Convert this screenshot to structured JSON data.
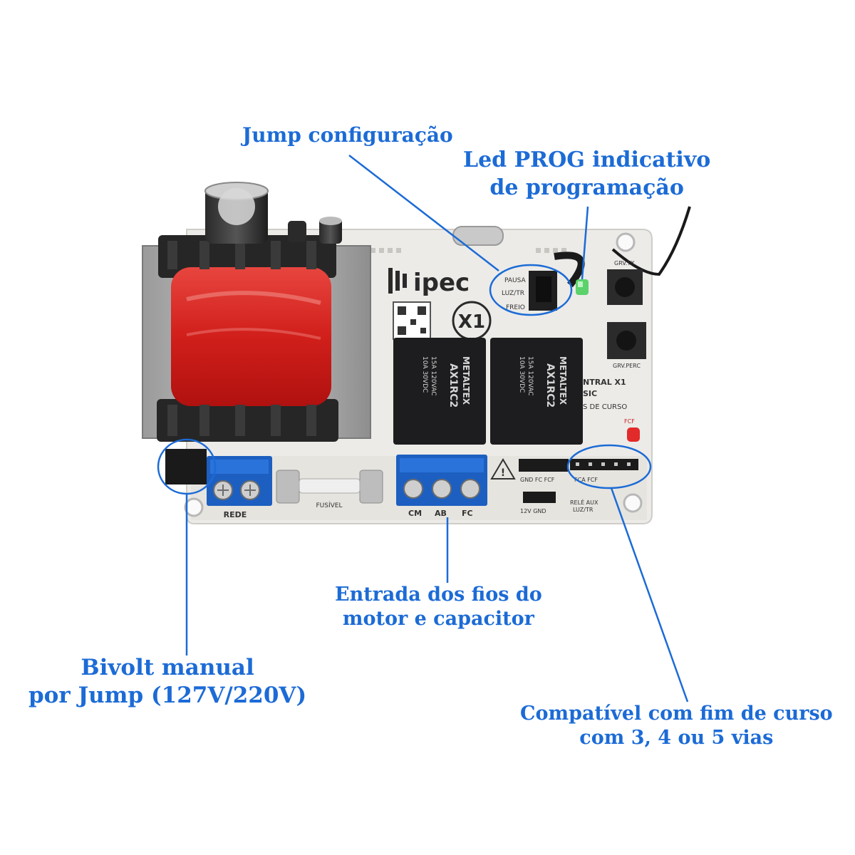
{
  "callouts": {
    "jump_config": "Jump configuração",
    "led_prog_line1": "Led PROG indicativo",
    "led_prog_line2": "de programação",
    "entrada_line1": "Entrada dos fios do",
    "entrada_line2": "motor e capacitor",
    "bivolt_line1": "Bivolt manual",
    "bivolt_line2": "por Jump (127V/220V)",
    "fim_curso_line1": "Compatível com fim de curso",
    "fim_curso_line2": "com 3, 4 ou 5 vias"
  },
  "board": {
    "brand": "ipec",
    "model": "X1",
    "jumper_labels": [
      "PAUSA",
      "LUZ/TR",
      "FREIO"
    ],
    "button_labels": [
      "GRV.TX",
      "GRV.PERC"
    ],
    "relay_brand": "METALTEX",
    "relay_model": "AX1RC2",
    "relay_specs": [
      "15A 120VAC",
      "10A 30VDC"
    ],
    "board_model_text": [
      "NTRAL X1",
      "SIC",
      "S DE CURSO"
    ],
    "terminal_rede": "REDE",
    "fuse_label": "FUSÍVEL",
    "motor_terminals": [
      "CM",
      "AB",
      "FC"
    ],
    "led_fcf": "FCF",
    "header_labels": [
      "GND FC FCF",
      "12V GND",
      "FCA FCF",
      "RELÉ AUX",
      "LUZ/TR"
    ]
  },
  "colors": {
    "accent": "#1c6bd6",
    "pcb": "#ecebe8",
    "transformer_coil": "#d6231f",
    "terminal_blue": "#1d5fc0",
    "relay_black": "#1d1d1f"
  }
}
